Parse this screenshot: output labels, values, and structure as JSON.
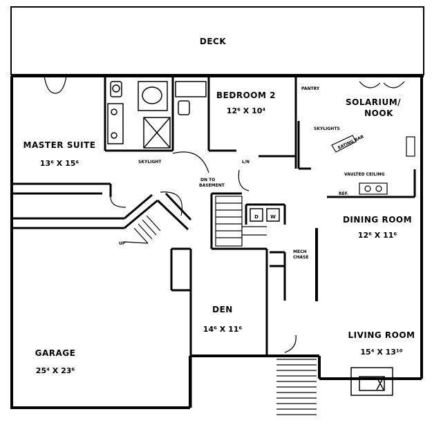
{
  "rooms": {
    "deck": "DECK",
    "master_suite": {
      "name": "MASTER SUITE",
      "dims": "13⁶ X 15⁶"
    },
    "bedroom2": {
      "name": "BEDROOM 2",
      "dims": "12⁶ X 10⁴"
    },
    "solarium": {
      "name_line1": "SOLARIUM/",
      "name_line2": "NOOK"
    },
    "dining": {
      "name": "DINING ROOM",
      "dims": "12⁶ X 11⁶"
    },
    "den": {
      "name": "DEN",
      "dims": "14⁶ X 11⁶"
    },
    "living": {
      "name": "LIVING ROOM",
      "dims": "15⁴ X 13¹⁰"
    },
    "garage": {
      "name": "GARAGE",
      "dims": "25⁴ X 23⁶"
    }
  },
  "notes": {
    "skylight": "SKYLIGHT",
    "skylights": "SKYLIGHTS",
    "pantry": "PANTRY",
    "vaulted": "VAULTED CEILING",
    "dn_basement_1": "DN TO",
    "dn_basement_2": "BASEMENT",
    "up": "UP",
    "mech_1": "MECH",
    "mech_2": "CHASE",
    "eating_bar": "EATING BAR",
    "ref": "REF.",
    "ln": "L/N"
  },
  "appliances": {
    "dryer": "D",
    "washer": "W"
  }
}
